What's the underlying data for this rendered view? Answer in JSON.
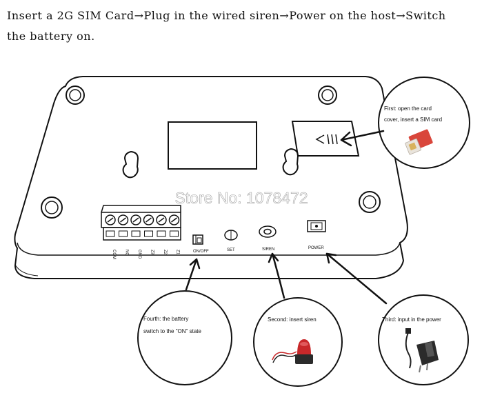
{
  "instructions": {
    "line1": "Insert a 2G SIM Card→Plug in the wired siren→Power on the host→Switch",
    "line2": "the battery on."
  },
  "watermark": "Store No: 1078472",
  "terminals": [
    "COM",
    "NC",
    "GND",
    "Z3",
    "Z2",
    "Z1"
  ],
  "device_labels": {
    "onoff": "ON/OFF",
    "set": "SET",
    "siren": "SIREN",
    "power": "POWER"
  },
  "callouts": {
    "first": {
      "line1": "First: open the card",
      "line2": "cover, insert a SIM card"
    },
    "second": {
      "line1": "Second: insert siren"
    },
    "third": {
      "line1": "Third: input in the power"
    },
    "fourth": {
      "line1": "Fourth: the battery",
      "line2": "switch to the \"ON\" state"
    }
  },
  "colors": {
    "outline": "#111111",
    "sim_card": "#d9463b",
    "siren": "#c8282a",
    "watermark": "#ffffff"
  }
}
